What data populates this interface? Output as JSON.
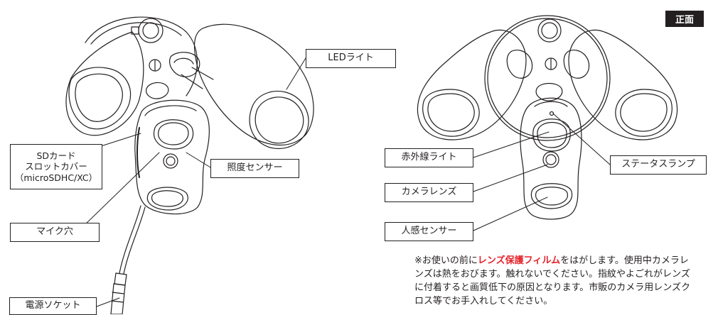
{
  "badge": "正面",
  "labels": {
    "led_light": "LEDライト",
    "sd_cover": [
      "SDカード",
      "スロットカバー",
      "（microSDHC/XC）"
    ],
    "light_sensor": "照度センサー",
    "mic_hole": "マイク穴",
    "power_socket": "電源ソケット",
    "ir_light": "赤外線ライト",
    "camera_lens": "カメラレンズ",
    "motion_sensor": "人感センサー",
    "status_lamp": "ステータスランプ"
  },
  "note": {
    "prefix": "※お使いの前に",
    "emphasis": "レンズ保護フィルム",
    "line1_rest": "をはがします。使用中カメラレ",
    "line2": "ンズは熱をおびます。触れないでください。指紋やよごれがレンズ",
    "line3": "に付着すると画質低下の原因となります。市販のカメラ用レンズク",
    "line4": "ロス等でお手入れしてください。"
  },
  "colors": {
    "line": "#231f20",
    "accent": "#e6232b",
    "badge_bg": "#231f20"
  }
}
